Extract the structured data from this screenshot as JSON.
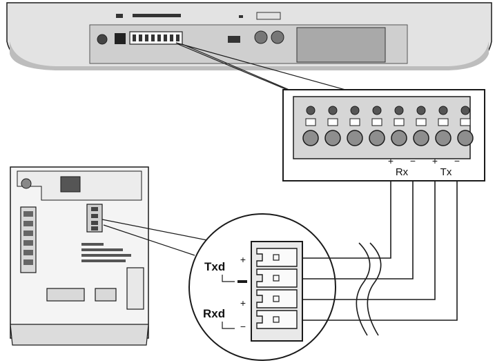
{
  "terminal_block": {
    "rx_label": "Rx",
    "tx_label": "Tx",
    "rx_plus": "+",
    "rx_minus": "−",
    "tx_plus": "+",
    "tx_minus": "−"
  },
  "connector": {
    "txd_label": "Txd",
    "rxd_label": "Rxd",
    "txd_plus": "+",
    "rxd_plus": "+",
    "rxd_minus": "−"
  },
  "terminal_count": 8,
  "connector_pin_count": 4,
  "colors": {
    "line": "#1a1a1a",
    "device_fill": "#d9d9d9",
    "device_shadow": "#bdbdbd",
    "terminal_fill": "#8e8e8e",
    "panel_fill": "#f4f4f4"
  }
}
